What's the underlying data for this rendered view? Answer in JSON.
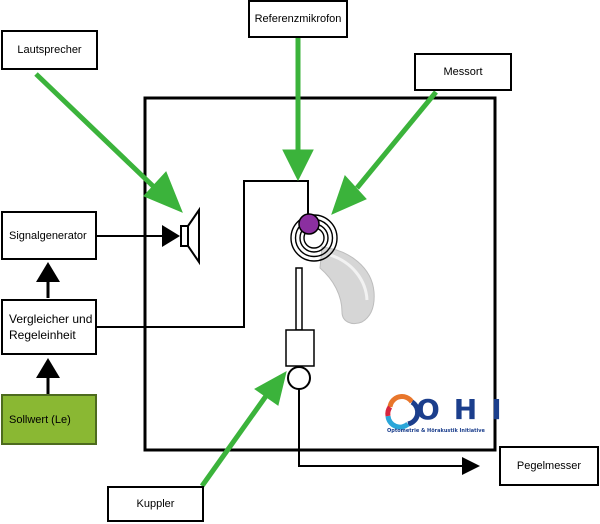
{
  "labels": {
    "speaker": "Lautsprecher",
    "reference_mic": "Referenzmikrofon",
    "measure_point": "Messort",
    "signal_generator": "Signalgenerator",
    "comparator_line1": "Vergleicher und",
    "comparator_line2": "Regeleinheit",
    "setpoint": "Sollwert (Le)",
    "coupler": "Kuppler",
    "level_meter": "Pegelmesser"
  },
  "logo": {
    "letters": "OHI",
    "tagline": "Optometrie & Hörakustik Initiative"
  },
  "colors": {
    "arrow_green": "#3bb33b",
    "setpoint_fill": "#8ab833",
    "mic_purple": "#8b2fa0",
    "logo_blue": "#1b3e8c"
  }
}
